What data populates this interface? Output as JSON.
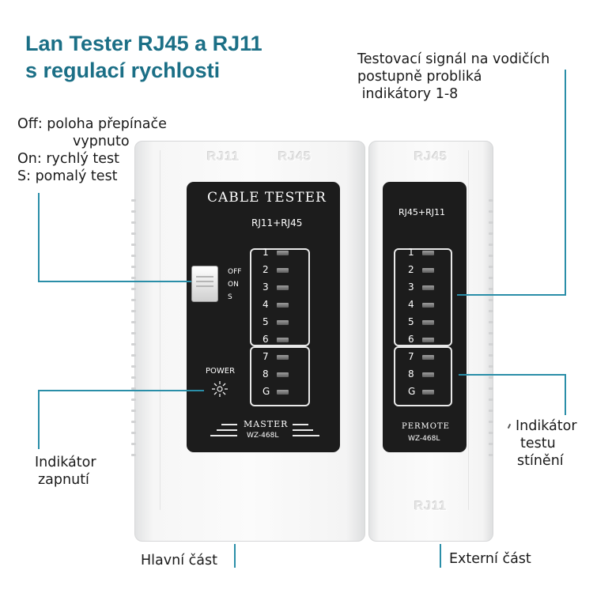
{
  "title": {
    "line1": "Lan Tester RJ45 a RJ11",
    "line2": "s regulací rychlosti"
  },
  "annotations": {
    "switch_lines": [
      "Off: poloha přepínače",
      "vypnuto",
      "On: rychlý test",
      "S: pomalý test"
    ],
    "signal_lines": [
      "Testovací signál na vodičích",
      "postupně  probliká",
      " indikátory 1-8"
    ],
    "power_lines": [
      "Indikátor",
      "zapnutí"
    ],
    "shield_lines": [
      "Indikátor",
      "testu",
      "stínění"
    ],
    "main_part": "Hlavní část",
    "external_part": "Externí část"
  },
  "master": {
    "embossed_rj11": "RJ11",
    "embossed_rj45": "RJ45",
    "heading": "CABLE TESTER",
    "ports": "RJ11+RJ45",
    "switch_labels": [
      "OFF",
      "ON",
      "S"
    ],
    "power_label": "POWER",
    "leds": [
      "1",
      "2",
      "3",
      "4",
      "5",
      "6",
      "7",
      "8",
      "G"
    ],
    "name": "MASTER",
    "model": "WZ-468L"
  },
  "remote": {
    "embossed_top": "RJ45",
    "embossed_bottom": "RJ11",
    "ports": "RJ45+RJ11",
    "leds": [
      "1",
      "2",
      "3",
      "4",
      "5",
      "6",
      "7",
      "8",
      "G"
    ],
    "name": "PERMOTE",
    "model": "WZ-468L"
  },
  "colors": {
    "accent": "#1b6f86",
    "line": "#2a8ea8",
    "panel": "#1c1c1c",
    "housing": "#f7f7f7"
  }
}
